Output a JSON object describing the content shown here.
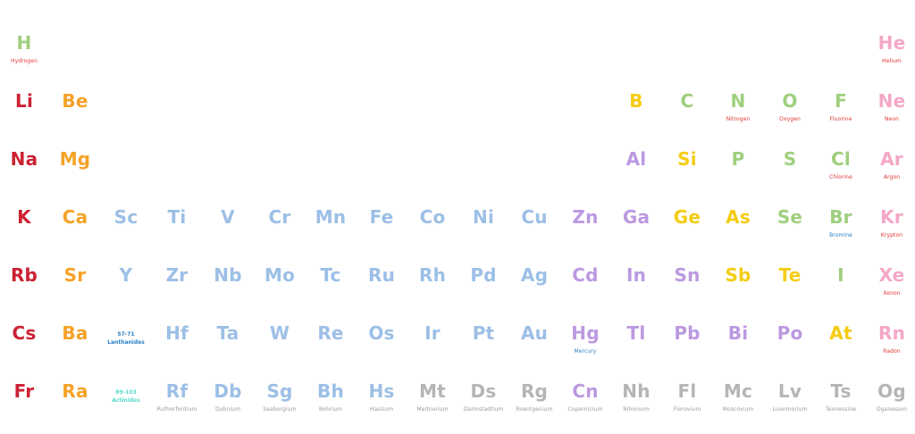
{
  "colors": {
    "alkali": "#cc2233",
    "alkaline_earth": "#f5a228",
    "transition": "#9cbfe6",
    "post_transition": "#bb99e0",
    "metalloid": "#f5cc14",
    "nonmetal": "#9fcf7e",
    "noble_gas": "#f4a7c7",
    "unknown": "#b5b5b5",
    "name_red": "#e03434",
    "name_blue": "#2a7fc4",
    "name_gray": "#9a9a9a",
    "lanthanide_ref": "#2a7fc4",
    "actinide_ref": "#55d8c8"
  },
  "elements": [
    {
      "symbol": "H",
      "name": "Hydrogen",
      "row": 1,
      "col": 1,
      "cat": "nonmetal",
      "name_color": "name_red"
    },
    {
      "symbol": "He",
      "name": "Helium",
      "row": 1,
      "col": 18,
      "cat": "noble_gas",
      "name_color": "name_red"
    },
    {
      "symbol": "Li",
      "name": "",
      "row": 2,
      "col": 1,
      "cat": "alkali"
    },
    {
      "symbol": "Be",
      "name": "",
      "row": 2,
      "col": 2,
      "cat": "alkaline_earth"
    },
    {
      "symbol": "B",
      "name": "",
      "row": 2,
      "col": 13,
      "cat": "metalloid"
    },
    {
      "symbol": "C",
      "name": "",
      "row": 2,
      "col": 14,
      "cat": "nonmetal"
    },
    {
      "symbol": "N",
      "name": "Nitrogen",
      "row": 2,
      "col": 15,
      "cat": "nonmetal",
      "name_color": "name_red"
    },
    {
      "symbol": "O",
      "name": "Oxygen",
      "row": 2,
      "col": 16,
      "cat": "nonmetal",
      "name_color": "name_red"
    },
    {
      "symbol": "F",
      "name": "Fluorine",
      "row": 2,
      "col": 17,
      "cat": "nonmetal",
      "name_color": "name_red"
    },
    {
      "symbol": "Ne",
      "name": "Neon",
      "row": 2,
      "col": 18,
      "cat": "noble_gas",
      "name_color": "name_red"
    },
    {
      "symbol": "Na",
      "name": "",
      "row": 3,
      "col": 1,
      "cat": "alkali"
    },
    {
      "symbol": "Mg",
      "name": "",
      "row": 3,
      "col": 2,
      "cat": "alkaline_earth"
    },
    {
      "symbol": "Al",
      "name": "",
      "row": 3,
      "col": 13,
      "cat": "post_transition"
    },
    {
      "symbol": "Si",
      "name": "",
      "row": 3,
      "col": 14,
      "cat": "metalloid"
    },
    {
      "symbol": "P",
      "name": "",
      "row": 3,
      "col": 15,
      "cat": "nonmetal"
    },
    {
      "symbol": "S",
      "name": "",
      "row": 3,
      "col": 16,
      "cat": "nonmetal"
    },
    {
      "symbol": "Cl",
      "name": "Chlorine",
      "row": 3,
      "col": 17,
      "cat": "nonmetal",
      "name_color": "name_red"
    },
    {
      "symbol": "Ar",
      "name": "Argon",
      "row": 3,
      "col": 18,
      "cat": "noble_gas",
      "name_color": "name_red"
    },
    {
      "symbol": "K",
      "name": "",
      "row": 4,
      "col": 1,
      "cat": "alkali"
    },
    {
      "symbol": "Ca",
      "name": "",
      "row": 4,
      "col": 2,
      "cat": "alkaline_earth"
    },
    {
      "symbol": "Sc",
      "name": "",
      "row": 4,
      "col": 3,
      "cat": "transition"
    },
    {
      "symbol": "Ti",
      "name": "",
      "row": 4,
      "col": 4,
      "cat": "transition"
    },
    {
      "symbol": "V",
      "name": "",
      "row": 4,
      "col": 5,
      "cat": "transition"
    },
    {
      "symbol": "Cr",
      "name": "",
      "row": 4,
      "col": 6,
      "cat": "transition"
    },
    {
      "symbol": "Mn",
      "name": "",
      "row": 4,
      "col": 7,
      "cat": "transition"
    },
    {
      "symbol": "Fe",
      "name": "",
      "row": 4,
      "col": 8,
      "cat": "transition"
    },
    {
      "symbol": "Co",
      "name": "",
      "row": 4,
      "col": 9,
      "cat": "transition"
    },
    {
      "symbol": "Ni",
      "name": "",
      "row": 4,
      "col": 10,
      "cat": "transition"
    },
    {
      "symbol": "Cu",
      "name": "",
      "row": 4,
      "col": 11,
      "cat": "transition"
    },
    {
      "symbol": "Zn",
      "name": "",
      "row": 4,
      "col": 12,
      "cat": "post_transition"
    },
    {
      "symbol": "Ga",
      "name": "",
      "row": 4,
      "col": 13,
      "cat": "post_transition"
    },
    {
      "symbol": "Ge",
      "name": "",
      "row": 4,
      "col": 14,
      "cat": "metalloid"
    },
    {
      "symbol": "As",
      "name": "",
      "row": 4,
      "col": 15,
      "cat": "metalloid"
    },
    {
      "symbol": "Se",
      "name": "",
      "row": 4,
      "col": 16,
      "cat": "nonmetal"
    },
    {
      "symbol": "Br",
      "name": "Bromine",
      "row": 4,
      "col": 17,
      "cat": "nonmetal",
      "name_color": "name_blue"
    },
    {
      "symbol": "Kr",
      "name": "Krypton",
      "row": 4,
      "col": 18,
      "cat": "noble_gas",
      "name_color": "name_red"
    },
    {
      "symbol": "Rb",
      "name": "",
      "row": 5,
      "col": 1,
      "cat": "alkali"
    },
    {
      "symbol": "Sr",
      "name": "",
      "row": 5,
      "col": 2,
      "cat": "alkaline_earth"
    },
    {
      "symbol": "Y",
      "name": "",
      "row": 5,
      "col": 3,
      "cat": "transition"
    },
    {
      "symbol": "Zr",
      "name": "",
      "row": 5,
      "col": 4,
      "cat": "transition"
    },
    {
      "symbol": "Nb",
      "name": "",
      "row": 5,
      "col": 5,
      "cat": "transition"
    },
    {
      "symbol": "Mo",
      "name": "",
      "row": 5,
      "col": 6,
      "cat": "transition"
    },
    {
      "symbol": "Tc",
      "name": "",
      "row": 5,
      "col": 7,
      "cat": "transition"
    },
    {
      "symbol": "Ru",
      "name": "",
      "row": 5,
      "col": 8,
      "cat": "transition"
    },
    {
      "symbol": "Rh",
      "name": "",
      "row": 5,
      "col": 9,
      "cat": "transition"
    },
    {
      "symbol": "Pd",
      "name": "",
      "row": 5,
      "col": 10,
      "cat": "transition"
    },
    {
      "symbol": "Ag",
      "name": "",
      "row": 5,
      "col": 11,
      "cat": "transition"
    },
    {
      "symbol": "Cd",
      "name": "",
      "row": 5,
      "col": 12,
      "cat": "post_transition"
    },
    {
      "symbol": "In",
      "name": "",
      "row": 5,
      "col": 13,
      "cat": "post_transition"
    },
    {
      "symbol": "Sn",
      "name": "",
      "row": 5,
      "col": 14,
      "cat": "post_transition"
    },
    {
      "symbol": "Sb",
      "name": "",
      "row": 5,
      "col": 15,
      "cat": "metalloid"
    },
    {
      "symbol": "Te",
      "name": "",
      "row": 5,
      "col": 16,
      "cat": "metalloid"
    },
    {
      "symbol": "I",
      "name": "",
      "row": 5,
      "col": 17,
      "cat": "nonmetal"
    },
    {
      "symbol": "Xe",
      "name": "Xenon",
      "row": 5,
      "col": 18,
      "cat": "noble_gas",
      "name_color": "name_red"
    },
    {
      "symbol": "Cs",
      "name": "",
      "row": 6,
      "col": 1,
      "cat": "alkali"
    },
    {
      "symbol": "Ba",
      "name": "",
      "row": 6,
      "col": 2,
      "cat": "alkaline_earth"
    },
    {
      "symbol": "Hf",
      "name": "",
      "row": 6,
      "col": 4,
      "cat": "transition"
    },
    {
      "symbol": "Ta",
      "name": "",
      "row": 6,
      "col": 5,
      "cat": "transition"
    },
    {
      "symbol": "W",
      "name": "",
      "row": 6,
      "col": 6,
      "cat": "transition"
    },
    {
      "symbol": "Re",
      "name": "",
      "row": 6,
      "col": 7,
      "cat": "transition"
    },
    {
      "symbol": "Os",
      "name": "",
      "row": 6,
      "col": 8,
      "cat": "transition"
    },
    {
      "symbol": "Ir",
      "name": "",
      "row": 6,
      "col": 9,
      "cat": "transition"
    },
    {
      "symbol": "Pt",
      "name": "",
      "row": 6,
      "col": 10,
      "cat": "transition"
    },
    {
      "symbol": "Au",
      "name": "",
      "row": 6,
      "col": 11,
      "cat": "transition"
    },
    {
      "symbol": "Hg",
      "name": "Mercury",
      "row": 6,
      "col": 12,
      "cat": "post_transition",
      "name_color": "name_blue"
    },
    {
      "symbol": "Tl",
      "name": "",
      "row": 6,
      "col": 13,
      "cat": "post_transition"
    },
    {
      "symbol": "Pb",
      "name": "",
      "row": 6,
      "col": 14,
      "cat": "post_transition"
    },
    {
      "symbol": "Bi",
      "name": "",
      "row": 6,
      "col": 15,
      "cat": "post_transition"
    },
    {
      "symbol": "Po",
      "name": "",
      "row": 6,
      "col": 16,
      "cat": "post_transition"
    },
    {
      "symbol": "At",
      "name": "",
      "row": 6,
      "col": 17,
      "cat": "metalloid"
    },
    {
      "symbol": "Rn",
      "name": "Radon",
      "row": 6,
      "col": 18,
      "cat": "noble_gas",
      "name_color": "name_red"
    },
    {
      "symbol": "Fr",
      "name": "",
      "row": 7,
      "col": 1,
      "cat": "alkali"
    },
    {
      "symbol": "Ra",
      "name": "",
      "row": 7,
      "col": 2,
      "cat": "alkaline_earth"
    },
    {
      "symbol": "Rf",
      "name": "Rutherfordium",
      "row": 7,
      "col": 4,
      "cat": "transition",
      "name_color": "name_gray"
    },
    {
      "symbol": "Db",
      "name": "Dubnium",
      "row": 7,
      "col": 5,
      "cat": "transition",
      "name_color": "name_gray"
    },
    {
      "symbol": "Sg",
      "name": "Seaborgium",
      "row": 7,
      "col": 6,
      "cat": "transition",
      "name_color": "name_gray"
    },
    {
      "symbol": "Bh",
      "name": "Bohrium",
      "row": 7,
      "col": 7,
      "cat": "transition",
      "name_color": "name_gray"
    },
    {
      "symbol": "Hs",
      "name": "Hassium",
      "row": 7,
      "col": 8,
      "cat": "transition",
      "name_color": "name_gray"
    },
    {
      "symbol": "Mt",
      "name": "Meitnerium",
      "row": 7,
      "col": 9,
      "cat": "unknown",
      "name_color": "name_gray"
    },
    {
      "symbol": "Ds",
      "name": "Darmstadtium",
      "row": 7,
      "col": 10,
      "cat": "unknown",
      "name_color": "name_gray"
    },
    {
      "symbol": "Rg",
      "name": "Roentgenium",
      "row": 7,
      "col": 11,
      "cat": "unknown",
      "name_color": "name_gray"
    },
    {
      "symbol": "Cn",
      "name": "Copernicium",
      "row": 7,
      "col": 12,
      "cat": "post_transition",
      "name_color": "name_gray"
    },
    {
      "symbol": "Nh",
      "name": "Nihonium",
      "row": 7,
      "col": 13,
      "cat": "unknown",
      "name_color": "name_gray"
    },
    {
      "symbol": "Fl",
      "name": "Flerovium",
      "row": 7,
      "col": 14,
      "cat": "unknown",
      "name_color": "name_gray"
    },
    {
      "symbol": "Mc",
      "name": "Moscovium",
      "row": 7,
      "col": 15,
      "cat": "unknown",
      "name_color": "name_gray"
    },
    {
      "symbol": "Lv",
      "name": "Livermorium",
      "row": 7,
      "col": 16,
      "cat": "unknown",
      "name_color": "name_gray"
    },
    {
      "symbol": "Ts",
      "name": "Tennessine",
      "row": 7,
      "col": 17,
      "cat": "unknown",
      "name_color": "name_gray"
    },
    {
      "symbol": "Og",
      "name": "Oganesson",
      "row": 7,
      "col": 18,
      "cat": "unknown",
      "name_color": "name_gray"
    }
  ],
  "placeholders": [
    {
      "range": "57-71",
      "label": "Lanthanides",
      "row": 6,
      "col": 3,
      "color": "lanthanide_ref"
    },
    {
      "range": "89-103",
      "label": "Actinides",
      "row": 7,
      "col": 3,
      "color": "actinide_ref"
    }
  ]
}
